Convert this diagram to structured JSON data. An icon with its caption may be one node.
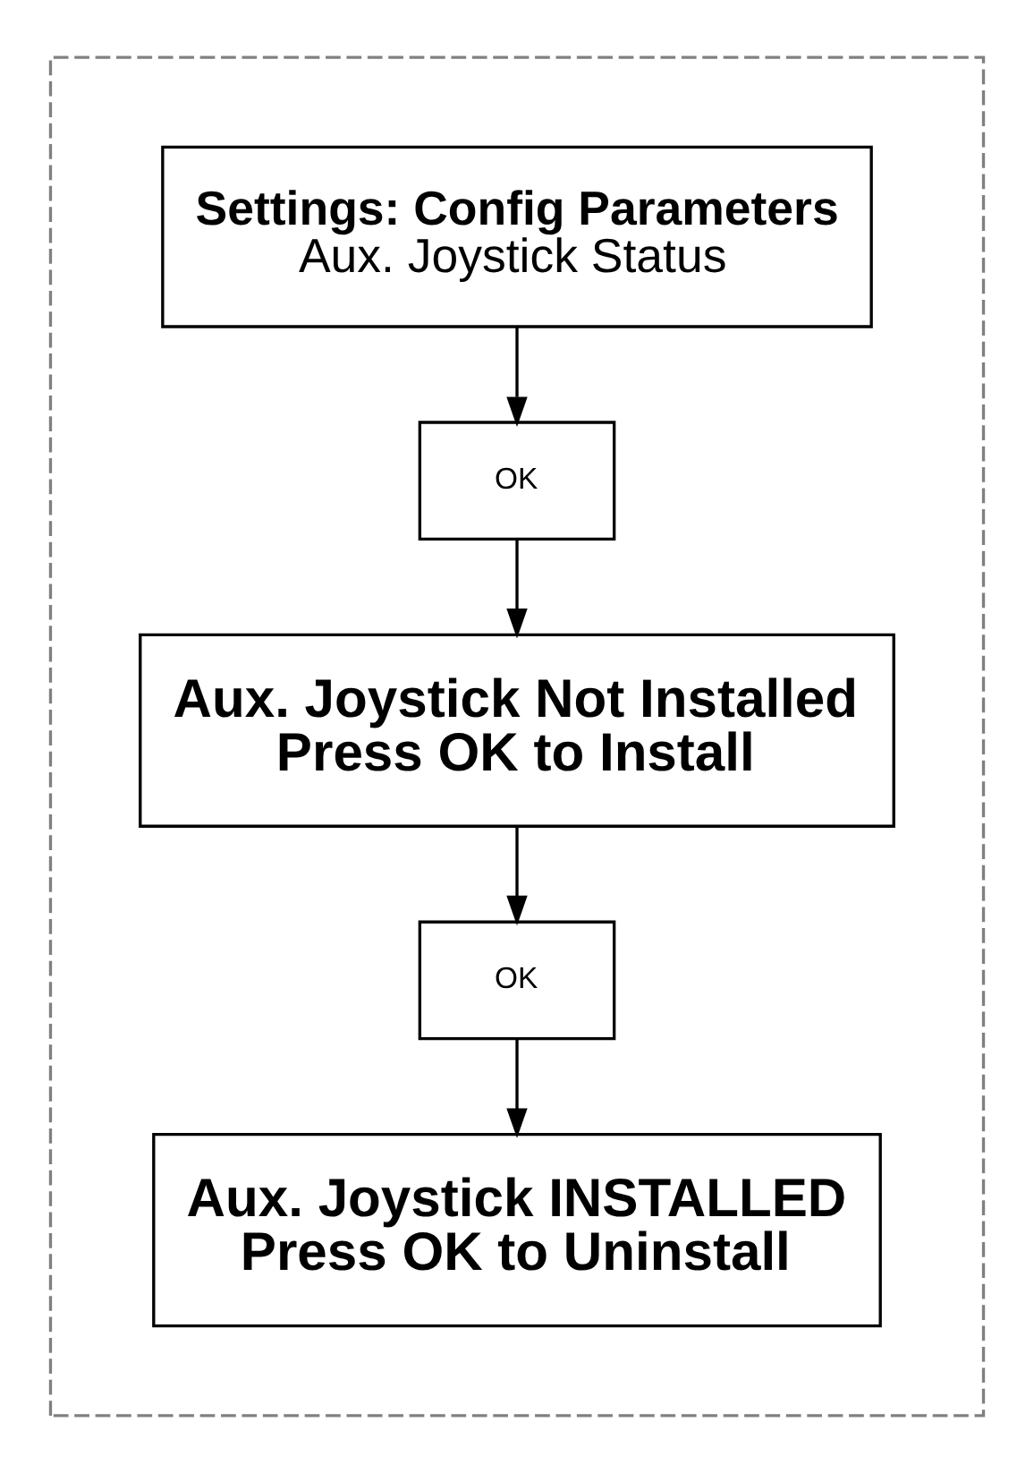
{
  "diagram": {
    "nodes": [
      {
        "text": [],
        "shape": "box"
      },
      {
        "text": [
          "Settings: Config Parameters",
          "Aux. Joystick Status"
        ],
        "in": 0
      },
      {
        "text": [
          "OK"
        ],
        "in": 0
      },
      {
        "text": [
          "Aux. Joystick Not Installed",
          "Press OK to Install"
        ],
        "in": 0
      },
      {
        "text": [
          "OK"
        ],
        "in": 0
      },
      {
        "text": [
          "Aux. Joystick INSTALLED",
          "Press OK to Uninstall"
        ],
        "in": 0
      }
    ],
    "edges": [
      {
        "from": 1,
        "to": 2,
        "arrow": "to"
      },
      {
        "from": 2,
        "to": 3,
        "arrow": "to"
      },
      {
        "from": 3,
        "to": 4,
        "arrow": "to"
      },
      {
        "from": 4,
        "to": 5,
        "arrow": "to"
      }
    ]
  }
}
